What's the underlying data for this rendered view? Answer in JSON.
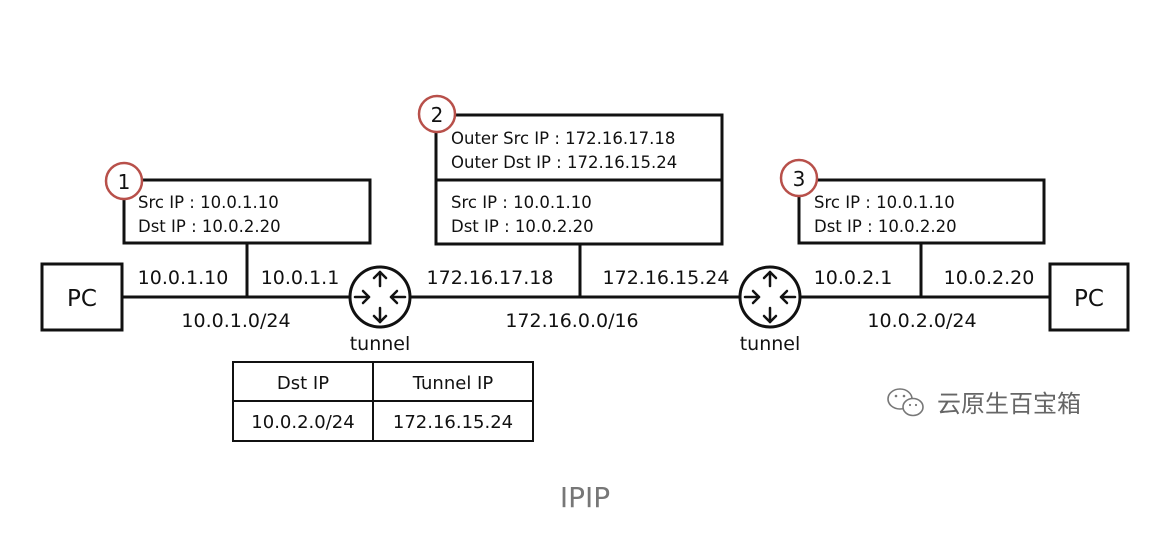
{
  "devices": {
    "pc_left": "PC",
    "pc_right": "PC",
    "router_left_label": "tunnel",
    "router_right_label": "tunnel"
  },
  "addresses": {
    "pc_left_ip": "10.0.1.10",
    "router_left_lan_ip": "10.0.1.1",
    "router_left_wan_ip": "172.16.17.18",
    "router_right_wan_ip": "172.16.15.24",
    "router_right_lan_ip": "10.0.2.1",
    "pc_right_ip": "10.0.2.20"
  },
  "subnets": {
    "left": "10.0.1.0/24",
    "middle": "172.16.0.0/16",
    "right": "10.0.2.0/24"
  },
  "packets": {
    "p1": {
      "number": "1",
      "src": "Src IP : 10.0.1.10",
      "dst": "Dst IP : 10.0.2.20"
    },
    "p2": {
      "number": "2",
      "outer_src": "Outer Src IP : 172.16.17.18",
      "outer_dst": "Outer Dst IP : 172.16.15.24",
      "src": "Src IP : 10.0.1.10",
      "dst": "Dst IP : 10.0.2.20"
    },
    "p3": {
      "number": "3",
      "src": "Src IP : 10.0.1.10",
      "dst": "Dst IP : 10.0.2.20"
    }
  },
  "route_table": {
    "header_dst": "Dst IP",
    "header_tunnel": "Tunnel IP",
    "row_dst": "10.0.2.0/24",
    "row_tunnel": "172.16.15.24"
  },
  "watermark": "云原生百宝箱",
  "caption": "IPIP",
  "colors": {
    "line": "#111111",
    "badge": "#b8504a",
    "caption": "#777777",
    "watermark": "#666666"
  }
}
